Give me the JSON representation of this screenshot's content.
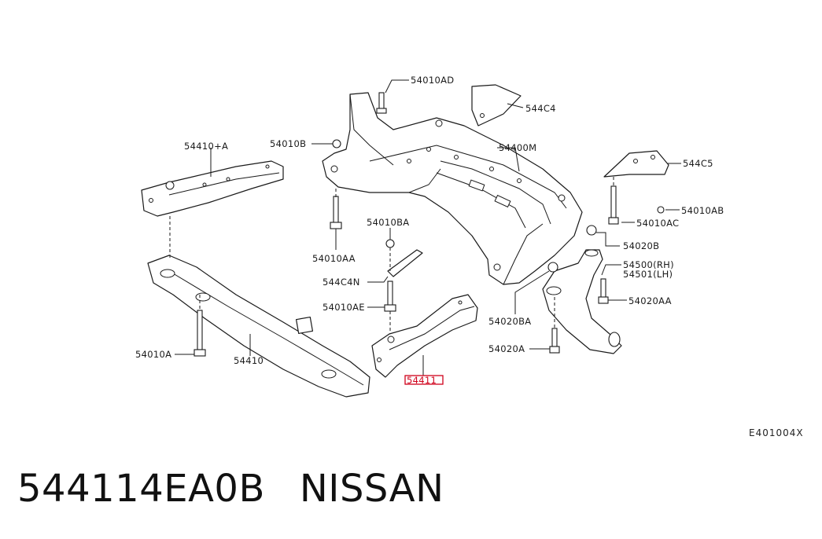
{
  "diagram": {
    "reference_code": "E401004X",
    "highlight_color": "#d0021b",
    "labels": {
      "l54010AD": "54010AD",
      "l544C4": "544C4",
      "l54010B": "54010B",
      "l54400M": "54400M",
      "l54410A": "54410+A",
      "l544C5": "544C5",
      "l54010AB": "54010AB",
      "l54010AC": "54010AC",
      "l54010BA": "54010BA",
      "l54020B": "54020B",
      "l54010AA": "54010AA",
      "l544C4N": "544C4N",
      "l54500RH": "54500(RH)",
      "l54501LH": "54501(LH)",
      "l54010AE": "54010AE",
      "l54020AA": "54020AA",
      "l54020BA": "54020BA",
      "l54010A": "54010A",
      "l54410": "54410",
      "l54020A": "54020A",
      "l54411": "54411"
    },
    "highlighted_part": "54411"
  },
  "footer": {
    "part_number": "544114EA0B",
    "brand": "NISSAN"
  }
}
